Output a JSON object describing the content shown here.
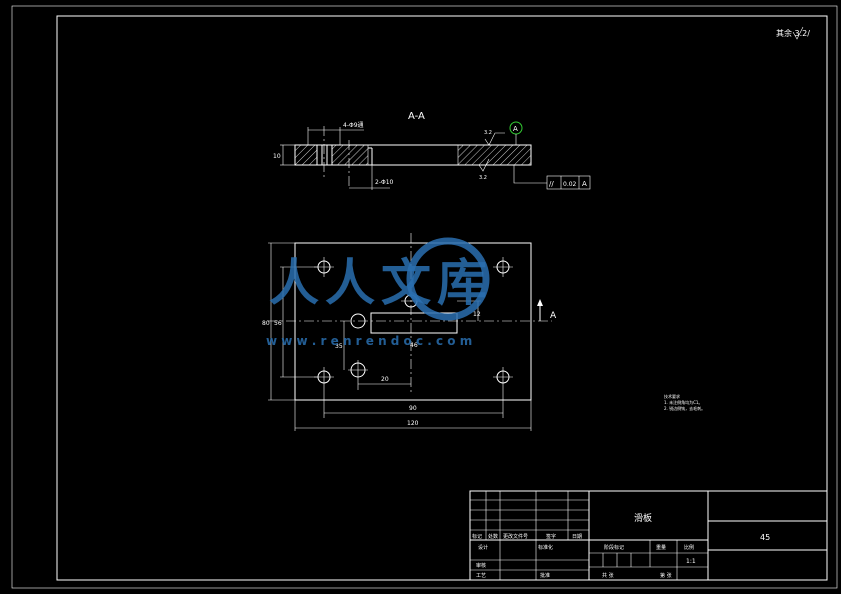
{
  "drawing": {
    "section_label": "A-A",
    "section_mark": "A",
    "roughness_corner": "其余 3.2/",
    "roughness_top": "3.2",
    "roughness_bottom": "3.2",
    "datum_label": "A",
    "tolerance": {
      "symbol": "//",
      "value": "0.02",
      "datum": "A"
    },
    "dims": {
      "counterbore": "4-Φ9通",
      "hole_dia": "2-Φ10",
      "thickness": "10",
      "height_outer": "80",
      "height_inner": "56",
      "slot_half": "12",
      "slot_len": "46",
      "offset_35": "35",
      "offset_20": "20",
      "span_90": "90",
      "width_120": "120"
    },
    "notes": {
      "title": "技术要求",
      "line1": "1. 未注倒角均为C1。",
      "line2": "2. 锐边倒钝，去毛刺。"
    }
  },
  "title_block": {
    "part_name": "滑板",
    "material": "45",
    "rev_labels": [
      "标记",
      "处数",
      "更改文件号",
      "签字",
      "日期"
    ],
    "designer": "设计",
    "standard": "标准化",
    "stage_label": "阶段标记",
    "weight_label": "重量",
    "scale_label": "比例",
    "scale_value": "1:1",
    "checker": "审核",
    "process": "工艺",
    "approve": "批准",
    "sheets_total": "共  张",
    "sheet_no": "第  张"
  },
  "watermark": {
    "text": "人人文库",
    "url": "w w w . r e n r e n d o c . c o m"
  },
  "colors": {
    "line": "#ffffff",
    "background": "#000000",
    "watermark": "#2a6fb0",
    "balloon": "#33cc33"
  }
}
